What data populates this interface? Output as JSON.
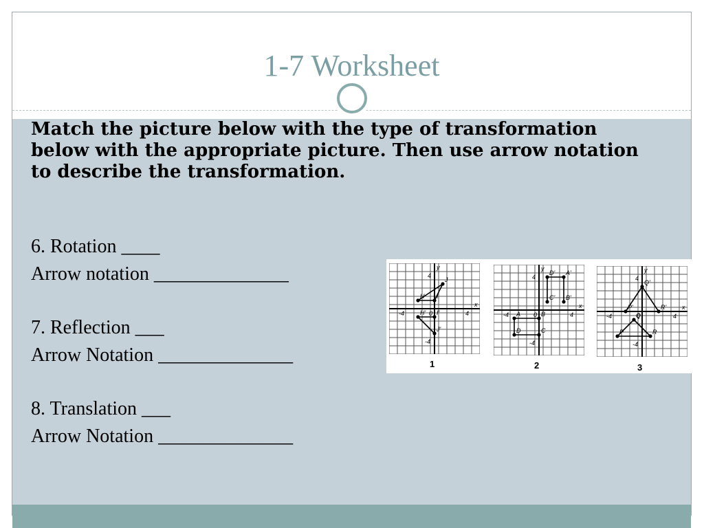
{
  "slide": {
    "title": "1-7 Worksheet",
    "instructions": "Match the picture below with the type of transformation below with the appropriate picture. Then use arrow notation to describe the transformation.",
    "questions": [
      {
        "label": "6. Rotation ____",
        "arrow": "Arrow notation ______________"
      },
      {
        "label": "7. Reflection ___",
        "arrow": "Arrow Notation ______________"
      },
      {
        "label": "8. Translation ___",
        "arrow": "Arrow Notation ______________"
      }
    ]
  },
  "figures": [
    {
      "number": "1",
      "points": [
        {
          "name": "J",
          "coords": [
            1,
            3
          ]
        },
        {
          "name": "H",
          "coords": [
            -2,
            1
          ]
        },
        {
          "name": "I",
          "coords": [
            0,
            1
          ]
        },
        {
          "name": "H'",
          "coords": [
            -2,
            -1
          ]
        },
        {
          "name": "I'",
          "coords": [
            0,
            -1
          ]
        },
        {
          "name": "J'",
          "coords": [
            0,
            -3
          ]
        }
      ]
    },
    {
      "number": "2",
      "points": [
        {
          "name": "D'",
          "coords": [
            1,
            4
          ]
        },
        {
          "name": "A'",
          "coords": [
            3,
            4
          ]
        },
        {
          "name": "C'",
          "coords": [
            1,
            1
          ]
        },
        {
          "name": "B'",
          "coords": [
            3,
            1
          ]
        },
        {
          "name": "A",
          "coords": [
            -3,
            -1
          ]
        },
        {
          "name": "B",
          "coords": [
            0,
            -1
          ]
        },
        {
          "name": "D",
          "coords": [
            -3,
            -3
          ]
        },
        {
          "name": "C",
          "coords": [
            0,
            -3
          ]
        }
      ]
    },
    {
      "number": "3",
      "points": [
        {
          "name": "Q'",
          "coords": [
            0,
            3
          ]
        },
        {
          "name": "P'",
          "coords": [
            -2,
            0
          ]
        },
        {
          "name": "R'",
          "coords": [
            2,
            0
          ]
        },
        {
          "name": "Q",
          "coords": [
            -1,
            -1
          ]
        },
        {
          "name": "P",
          "coords": [
            -3,
            -3
          ]
        },
        {
          "name": "R",
          "coords": [
            1,
            -3
          ]
        }
      ]
    }
  ],
  "axis_labels": {
    "x": "x",
    "y": "y",
    "origin": "0",
    "pos": "4",
    "neg": "-4"
  },
  "colors": {
    "title": "#7b9ea3",
    "content_bg": "#c5d1d9",
    "footer": "#8aabab"
  }
}
